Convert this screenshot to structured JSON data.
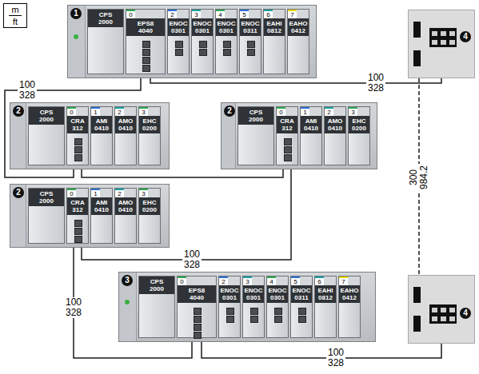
{
  "diagram": {
    "nodes": [
      {
        "text": [
          "1"
        ]
      },
      {
        "text": [
          "CPS 2000"
        ],
        "in": 0
      },
      {
        "text": [
          "0",
          "EPS8 4040"
        ],
        "in": 0
      },
      {
        "text": [
          "2",
          "ENOC 0301"
        ],
        "in": 0
      },
      {
        "text": [
          "3",
          "ENOC 0301"
        ],
        "in": 0
      },
      {
        "text": [
          "4",
          "ENOC 0301"
        ],
        "in": 0
      },
      {
        "text": [
          "5",
          "ENOC 0311"
        ],
        "in": 0
      },
      {
        "text": [
          "6",
          "EAHI 0812"
        ],
        "in": 0
      },
      {
        "text": [
          "7",
          "EAHO 0412"
        ],
        "in": 0
      },
      {
        "text": [
          "2"
        ]
      },
      {
        "text": [
          "CPS 2000"
        ],
        "in": 9
      },
      {
        "text": [
          "0",
          "CRA 312"
        ],
        "in": 9
      },
      {
        "text": [
          "1",
          "AMI 0410"
        ],
        "in": 9
      },
      {
        "text": [
          "2",
          "AMO 0410"
        ],
        "in": 9
      },
      {
        "text": [
          "3",
          "EHC 0200"
        ],
        "in": 9
      },
      {
        "text": [
          "2"
        ]
      },
      {
        "text": [
          "CPS 2000"
        ],
        "in": 15
      },
      {
        "text": [
          "0",
          "CRA 312"
        ],
        "in": 15
      },
      {
        "text": [
          "1",
          "AMI 0410"
        ],
        "in": 15
      },
      {
        "text": [
          "2",
          "AMO 0410"
        ],
        "in": 15
      },
      {
        "text": [
          "3",
          "EHC 0200"
        ],
        "in": 15
      },
      {
        "text": [
          "2"
        ]
      },
      {
        "text": [
          "CPS 2000"
        ],
        "in": 21
      },
      {
        "text": [
          "0",
          "CRA 312"
        ],
        "in": 21
      },
      {
        "text": [
          "1",
          "AMI 0410"
        ],
        "in": 21
      },
      {
        "text": [
          "2",
          "AMO 0410"
        ],
        "in": 21
      },
      {
        "text": [
          "3",
          "EHC 0200"
        ],
        "in": 21
      },
      {
        "text": [
          "3"
        ]
      },
      {
        "text": [
          "CPS 2000"
        ],
        "in": 27
      },
      {
        "text": [
          "0",
          "EPS8 4040"
        ],
        "in": 27
      },
      {
        "text": [
          "2",
          "ENOC 0301"
        ],
        "in": 27
      },
      {
        "text": [
          "3",
          "ENOC 0301"
        ],
        "in": 27
      },
      {
        "text": [
          "4",
          "ENOC 0301"
        ],
        "in": 27
      },
      {
        "text": [
          "5",
          "ENOC 0311"
        ],
        "in": 27
      },
      {
        "text": [
          "6",
          "EAHI 0812"
        ],
        "in": 27
      },
      {
        "text": [
          "7",
          "EAHO 0412"
        ],
        "in": 27
      },
      {
        "text": [
          "4"
        ]
      },
      {
        "text": [
          "4"
        ]
      }
    ],
    "edges": [
      {
        "from": 2,
        "to": 11,
        "label": "100 328",
        "arrow": "none"
      },
      {
        "from": 2,
        "to": 36,
        "label": "100 328",
        "arrow": "none"
      },
      {
        "from": 11,
        "to": 17,
        "arrow": "none"
      },
      {
        "from": 17,
        "to": 23,
        "label": "100 328",
        "arrow": "none"
      },
      {
        "from": 23,
        "to": 29,
        "label": "100 328",
        "arrow": "none"
      },
      {
        "from": 29,
        "to": 37,
        "label": "100 328",
        "arrow": "none"
      },
      {
        "from": 36,
        "to": 37,
        "label": "300 984.2",
        "arrow": "none"
      }
    ],
    "labels": [
      "m",
      "ft"
    ]
  }
}
